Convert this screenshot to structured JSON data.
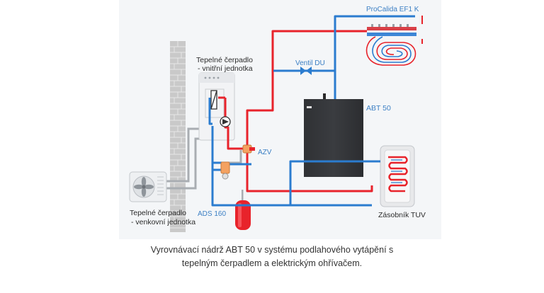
{
  "labels": {
    "indoor_unit": [
      "Tepelné čerpadlo",
      "- vnitřní jednotka"
    ],
    "outdoor_unit": [
      "Tepelné čerpadlo",
      "- venkovní jednotka"
    ],
    "procalida": "ProCalida EF1 K",
    "ventil": "Ventil DU",
    "abt": "ABT 50",
    "azv": "AZV",
    "ads": "ADS 160",
    "zasobnik": "Zásobník TUV"
  },
  "caption": {
    "line1": "Vyrovnávací nádrž ABT 50 v systému podlahového vytápění s",
    "line2": "tepelným čerpadlem a elektrickým ohřívačem."
  },
  "colors": {
    "supply": "#e8232b",
    "return": "#2b7ccf",
    "grey_pipe": "#a9adb2",
    "tank": "#3a3c40",
    "label_blue": "#3b7fc4"
  }
}
